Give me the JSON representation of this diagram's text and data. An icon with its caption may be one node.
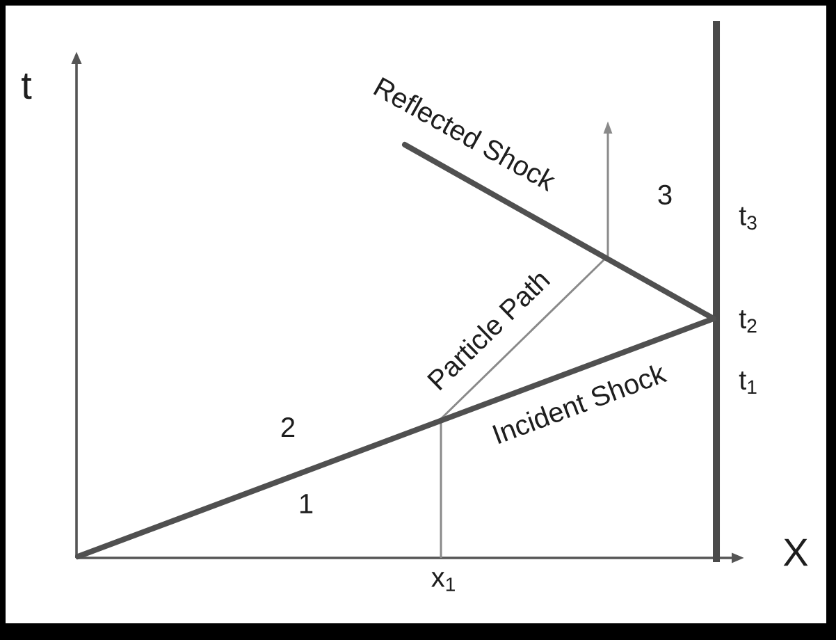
{
  "diagram": {
    "labels": [
      "t",
      "Reflected Shock",
      "3",
      "t$_{3}$",
      "t$_{2}$",
      "Particle Path",
      "t$_{1}$",
      "Incident Shock",
      "2",
      "1",
      "X",
      "x$_{1}$"
    ]
  }
}
